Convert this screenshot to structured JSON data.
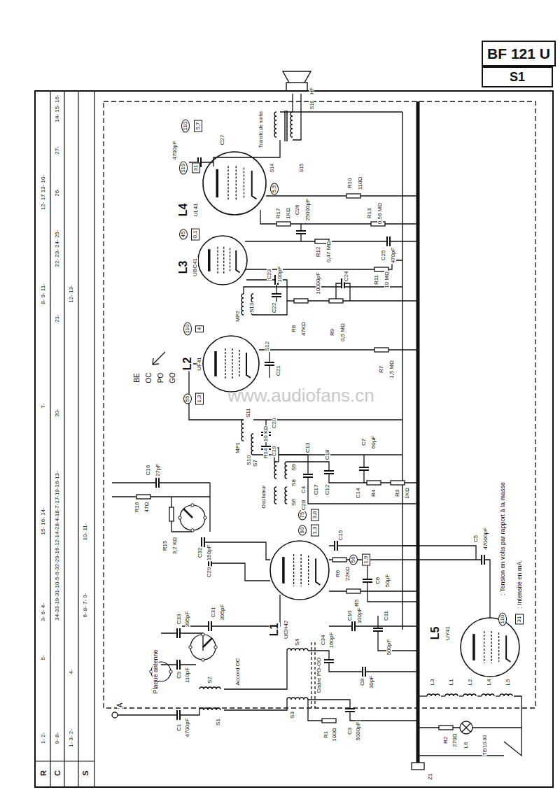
{
  "diagram": {
    "nodes": [
      {
        "text": [
          "BF 121 U"
        ]
      },
      {
        "text": [
          "S1"
        ]
      }
    ],
    "labels": [
      "R",
      "1- 2-",
      "5-",
      "3- 6- 4-",
      "15- 16- 14-",
      "7-",
      "8- 9- 11-",
      "12- 17 13- 10-",
      "C",
      "9- 8-",
      "34-33-19-31-10-5-6-32-29-16-12-14-28-4-18-7-17-19-16-13-",
      "20-",
      "21-",
      "22- 23- 24- 25-",
      "26-",
      "27-",
      "14- 15- 16-",
      "1- 3- 2-",
      "4-",
      "12- 13-",
      "S",
      "6- 8- 7- 9-",
      "10- 11-",
      "BE",
      "OC",
      "PO",
      "GO",
      "www.audiofans.cn",
      "110",
      ": Tension en volts par rapport à la masse",
      "31",
      ": Intensité en mA.",
      "L4",
      "UL41",
      "110",
      "5,7",
      "119",
      "31",
      "5,5",
      "L3",
      "UBC41",
      "45",
      "0,1",
      "L2",
      "UF41",
      "110",
      "4",
      "55",
      "1,3",
      "L1",
      "UCH42",
      "90",
      "1,3",
      "75",
      "3,8",
      "56",
      "1,9",
      "L5",
      "UY41",
      "C27",
      "4700pF",
      "Transfo de sortie",
      "S14",
      "S15",
      "S16",
      "HP",
      "R10",
      "110Ω",
      "R17",
      "1KΩ",
      "C26",
      "25000pF",
      "R13",
      "0,56 MΩ",
      "R12",
      "0,47 MΩ",
      "C25",
      "470pF",
      "C22",
      "C23",
      "100pF",
      "C24",
      "10000pF",
      "R11",
      "10 MΩ",
      "R8",
      "47KΩ",
      "R9",
      "0,5 MΩ",
      "MF2",
      "S13",
      "S12",
      "C21",
      "R7",
      "1,5 MΩ",
      "S11",
      "C20",
      "MF1",
      "S10",
      "C19",
      "R16",
      "47Ω",
      "C16",
      "27pF",
      "R15",
      "3,2 KΩ",
      "C32",
      "150pF",
      "C29",
      "R14",
      "10 KΩ",
      "Oscillateur",
      "S7",
      "S9",
      "S8",
      "S6",
      "C13",
      "C4",
      "C28",
      "C17",
      "C12",
      "C18",
      "C7",
      "60µF",
      "C14",
      "R4",
      "R3",
      "1KΩ",
      "C15",
      "R6",
      "22KΩ",
      "R5",
      "C6",
      "50µF",
      "C5",
      "47000pF",
      "C10",
      "100pF",
      "C11",
      "500pF",
      "C31",
      "395pF",
      "C33",
      "395pF",
      "C9",
      "110pF",
      "C1",
      "4700pF",
      "Plaque antenne",
      "A",
      "S2",
      "S1",
      "Accord OC",
      "S4",
      "S3",
      "Cadre PO-GO",
      "C34",
      "160pF",
      "C8",
      "30pF",
      "C3",
      "5000pF",
      "R1",
      "100Ω",
      "R2",
      "270Ω",
      "L3",
      "L1",
      "L2",
      "L4",
      "L5",
      "L6",
      "TE/10-00",
      "Z1"
    ]
  }
}
